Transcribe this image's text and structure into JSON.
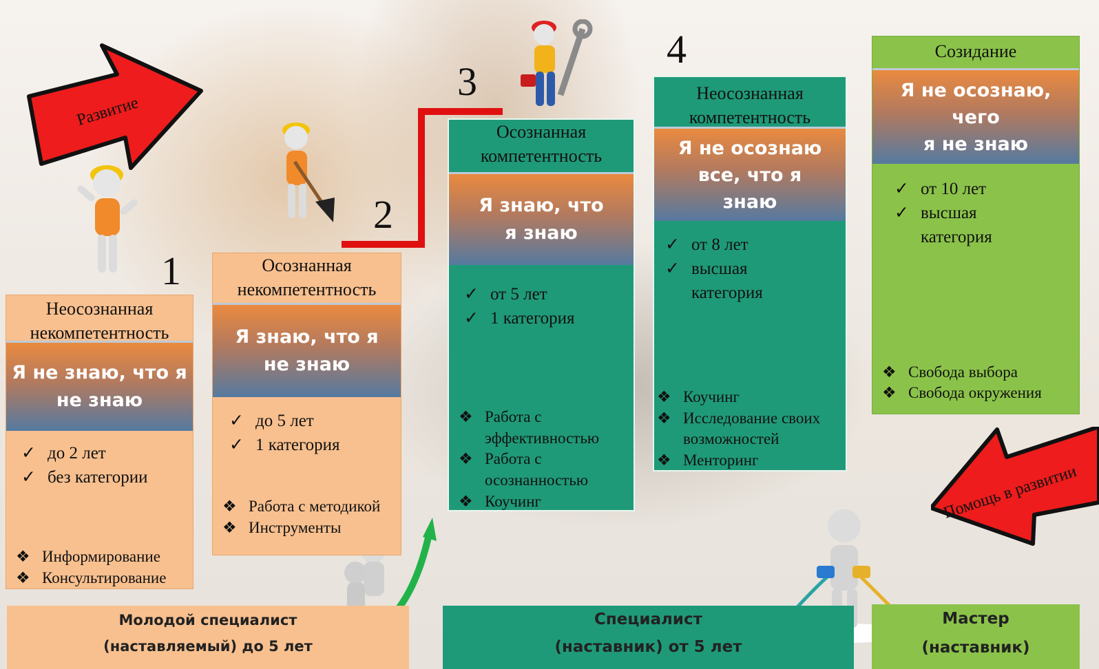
{
  "arrows": {
    "development": "Развитие",
    "help": "Помощь в развитии"
  },
  "stages": [
    {
      "number": "1",
      "title_lines": [
        "Неосознанная",
        "некомпетентность"
      ],
      "band": "Я не знаю, что я\nне знаю",
      "checks": [
        "до 2 лет",
        "без категории"
      ],
      "bullets": [
        "Информирование",
        "Консультирование"
      ]
    },
    {
      "number": "2",
      "title_lines": [
        "Осознанная",
        "некомпетентность"
      ],
      "band": "Я знаю, что я\nне знаю",
      "checks": [
        "до 5 лет",
        "1 категория"
      ],
      "bullets": [
        "Работа с методикой",
        "Инструменты"
      ]
    },
    {
      "number": "3",
      "title_lines": [
        "Осознанная",
        "компетентность"
      ],
      "band": "Я знаю, что\nя знаю",
      "checks": [
        "от 5 лет",
        "1 категория"
      ],
      "bullets": [
        "Работа с",
        "эффективностью",
        "Работа с",
        "осознанностью",
        "Коучинг"
      ]
    },
    {
      "number": "4",
      "title_lines": [
        "Неосознанная",
        "компетентность"
      ],
      "band": "Я не осознаю\nвсе, что я\nзнаю",
      "checks": [
        "от 8 лет",
        "высшая",
        "категория"
      ],
      "bullets": [
        "Коучинг",
        "Исследование своих",
        "возможностей",
        "Менторинг"
      ]
    },
    {
      "title_lines": [
        "Созидание"
      ],
      "band": "Я не осознаю,\nчего\nя не знаю",
      "checks": [
        "от 10 лет",
        "высшая",
        "категория"
      ],
      "bullets": [
        "Свобода выбора",
        "Свобода окружения"
      ]
    }
  ],
  "footers": [
    {
      "line1": "Молодой специалист",
      "line2": "(наставляемый)  до 5 лет"
    },
    {
      "line1": "Специалист",
      "line2": "(наставник) от 5 лет"
    },
    {
      "line1": "Мастер",
      "line2": "(наставник)"
    }
  ],
  "colors": {
    "peach": "#f8c08f",
    "teal": "#1f9a78",
    "green": "#8bc34a",
    "arrow_red": "#ee1c1c",
    "stair_red": "#e01010"
  },
  "symbols": {
    "check": "✓",
    "bullet": "❖"
  }
}
